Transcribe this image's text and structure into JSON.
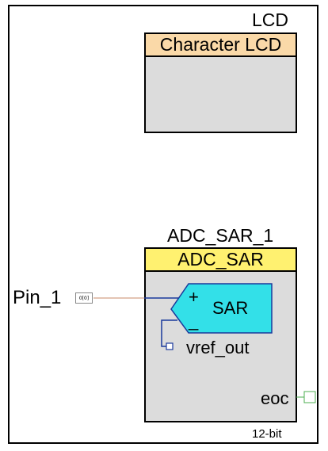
{
  "lcd": {
    "instance_name": "LCD",
    "component_type": "Character LCD"
  },
  "adc": {
    "instance_name": "ADC_SAR_1",
    "component_type": "ADC_SAR",
    "sar_label": "SAR",
    "plus_symbol": "+",
    "minus_symbol": "_",
    "vref_label": "vref_out",
    "eoc_label": "eoc",
    "resolution": "12-bit"
  },
  "pin": {
    "name": "Pin_1",
    "index_label": "0[0]"
  },
  "colors": {
    "lcd_header": "#fad9a8",
    "adc_header": "#fff170",
    "block_body": "#dcdcdc",
    "sar_fill": "#33e0e8",
    "sar_stroke": "#1a3a9c",
    "wire_pin": "#c98a6a",
    "eoc_terminal": "#4caf50"
  },
  "icons": [
    "sar-triangle-icon",
    "vref-terminal-icon",
    "eoc-terminal-icon"
  ]
}
